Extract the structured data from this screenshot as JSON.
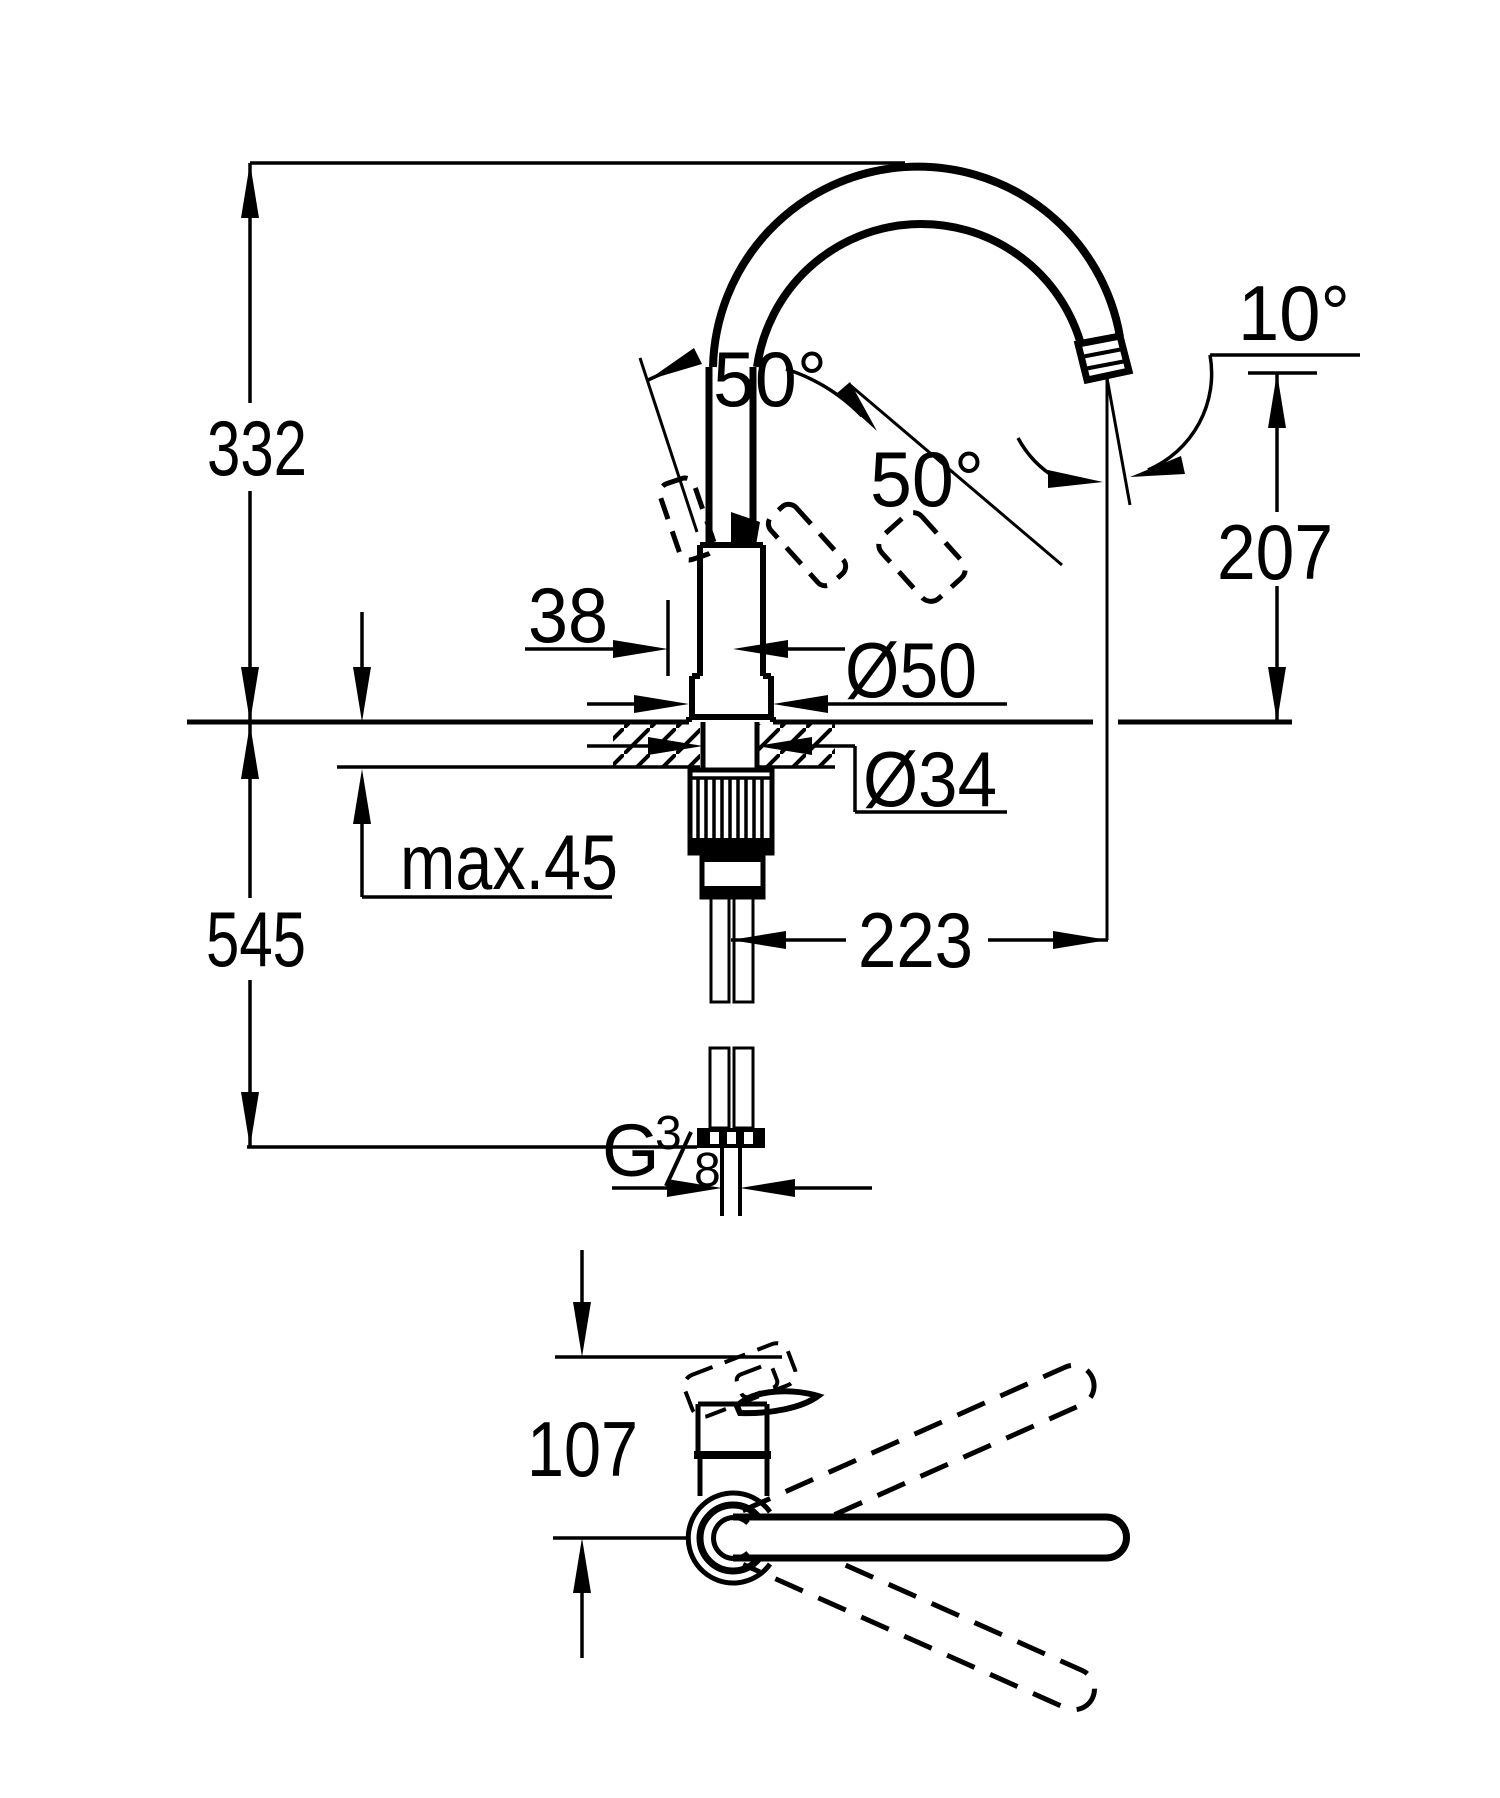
{
  "drawing": {
    "kind": "single-lever kitchen faucet installation dimension drawing",
    "units": "mm",
    "background_color": "#ffffff",
    "line_color": "#000000"
  },
  "front_view": {
    "overall_height": "332",
    "height_below_deck": "545",
    "lever_swing_left": "50°",
    "lever_swing_right": "50°",
    "outlet_angle": "10°",
    "outlet_height": "207",
    "lever_offset": "38",
    "base_diameter": "Ø50",
    "shank_diameter": "Ø34",
    "max_deck_thickness": "max.45",
    "spout_reach": "223",
    "thread": "G 3/8",
    "thread_letter": "G",
    "thread_numerator": "3",
    "thread_denominator": "8"
  },
  "top_view": {
    "body_depth": "107"
  }
}
